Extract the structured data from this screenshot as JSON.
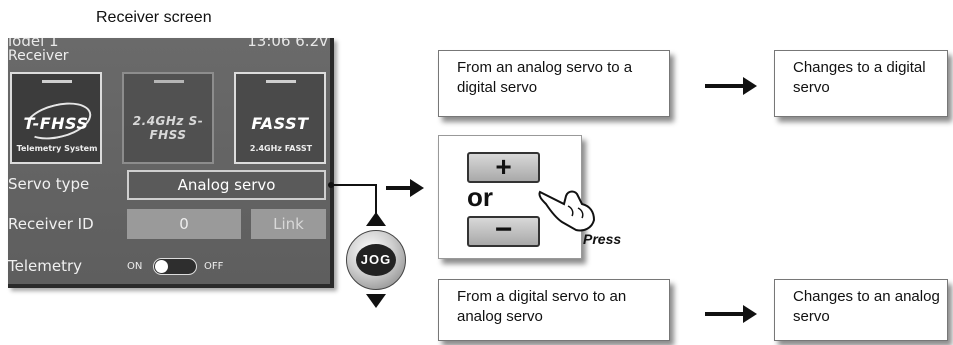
{
  "caption": "Receiver screen",
  "screen": {
    "model": "lodel 1",
    "time": "13:06 6.2v",
    "title": "Receiver",
    "systems": [
      {
        "logo": "T-FHSS",
        "sub": "Telemetry System",
        "state": "selected"
      },
      {
        "logo": "2.4GHz S-FHSS",
        "sub": "",
        "state": "dim"
      },
      {
        "logo": "FASST",
        "sub": "2.4GHz FASST",
        "state": "normal"
      }
    ],
    "servo_type_label": "Servo type",
    "servo_type_value": "Analog servo",
    "receiver_id_label": "Receiver ID",
    "receiver_id_value": "0",
    "link_label": "Link",
    "telemetry_label": "Telemetry",
    "telemetry_on": "ON",
    "telemetry_off": "OFF"
  },
  "jog_label": "JOG",
  "buttons": {
    "plus": "+",
    "minus": "−",
    "or": "or",
    "press": "Press"
  },
  "flow": {
    "analog_to_digital_from": "From an analog servo to a digital servo",
    "analog_to_digital_result": "Changes to a digital servo",
    "digital_to_analog_from": "From a digital servo to an analog servo",
    "digital_to_analog_result": "Changes to an analog servo"
  }
}
